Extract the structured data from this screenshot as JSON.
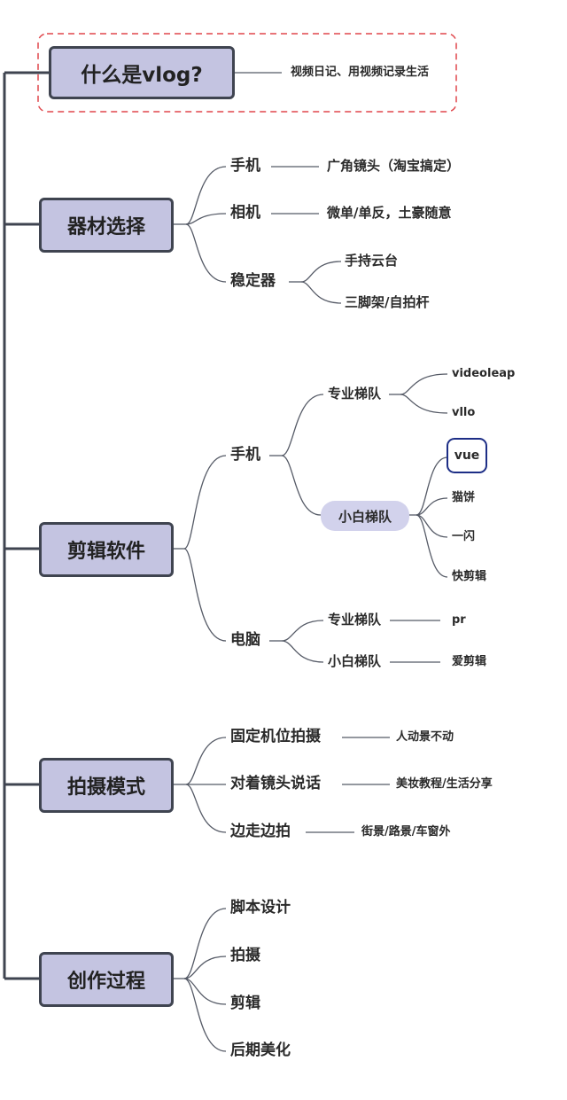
{
  "section1": {
    "title": "什么是vlog?",
    "desc": "视频日记、用视频记录生活"
  },
  "section2": {
    "title": "器材选择",
    "phone": "手机",
    "phone_note": "广角镜头（淘宝搞定）",
    "camera": "相机",
    "camera_note": "微单/单反，土豪随意",
    "stabilizer": "稳定器",
    "gimbal": "手持云台",
    "tripod": "三脚架/自拍杆"
  },
  "section3": {
    "title": "剪辑软件",
    "phone": "手机",
    "pro_team": "专业梯队",
    "pro_apps": [
      "videoleap",
      "vllo"
    ],
    "beginner_team": "小白梯队",
    "beginner_apps": [
      "vue",
      "猫饼",
      "一闪",
      "快剪辑"
    ],
    "pc": "电脑",
    "pc_pro_team": "专业梯队",
    "pc_pro_app": "pr",
    "pc_beginner_team": "小白梯队",
    "pc_beginner_app": "爱剪辑"
  },
  "section4": {
    "title": "拍摄模式",
    "modes": [
      {
        "name": "固定机位拍摄",
        "note": "人动景不动"
      },
      {
        "name": "对着镜头说话",
        "note": "美妆教程/生活分享"
      },
      {
        "name": "边走边拍",
        "note": "街景/路景/车窗外"
      }
    ]
  },
  "section5": {
    "title": "创作过程",
    "steps": [
      "脚本设计",
      "拍摄",
      "剪辑",
      "后期美化"
    ]
  },
  "colors": {
    "node_fill": "#c4c4e1",
    "node_border": "#3f4450",
    "line": "#555a66",
    "dash": "#e0474c",
    "highlight": "#1d2e86"
  }
}
